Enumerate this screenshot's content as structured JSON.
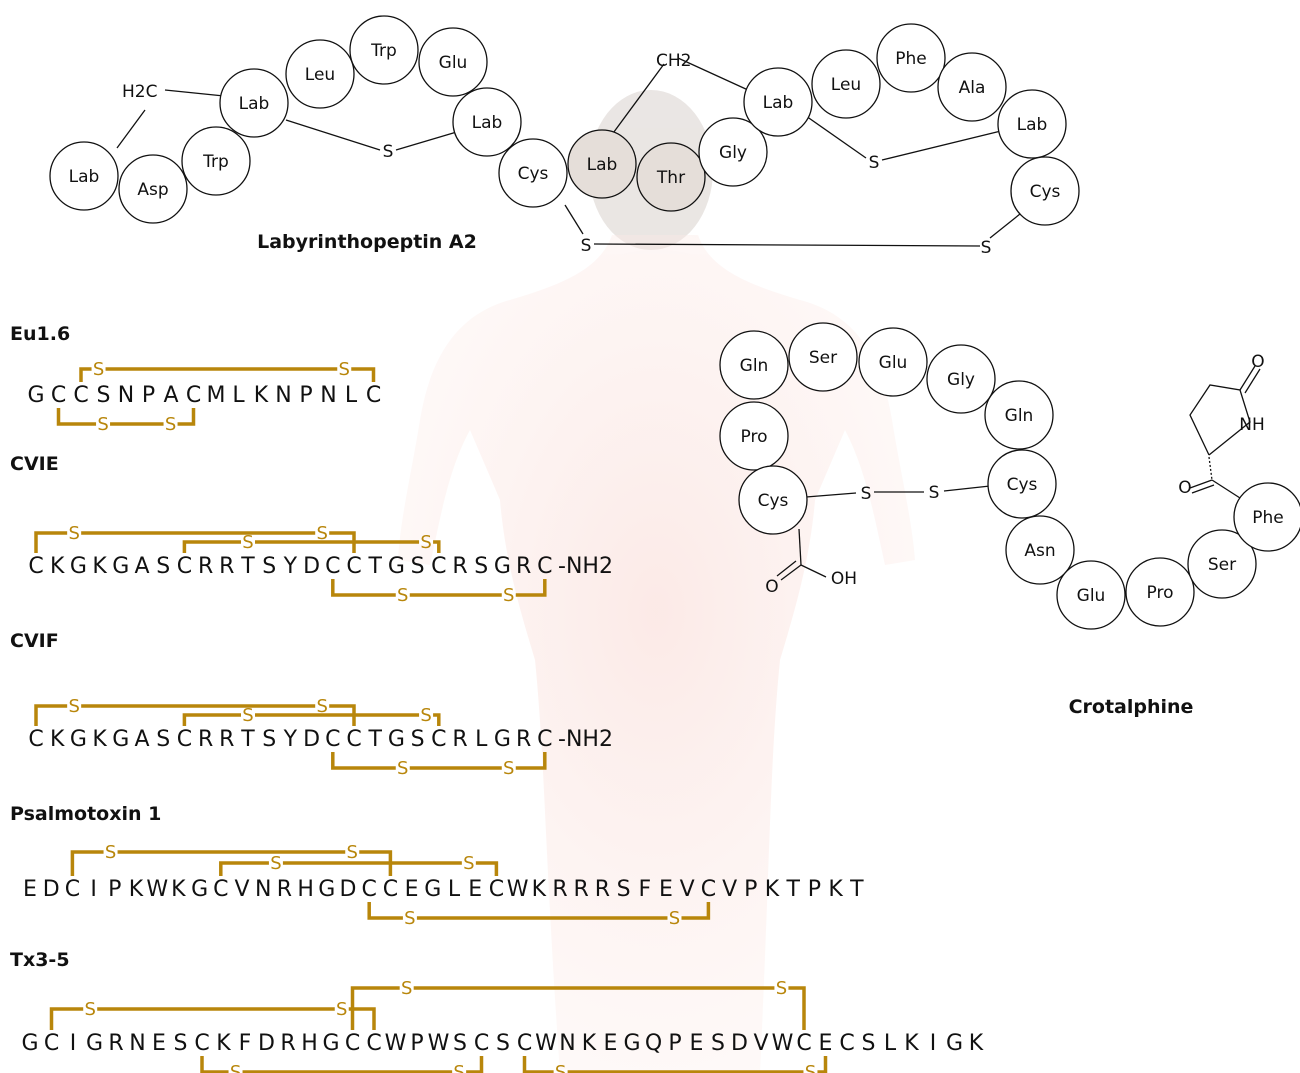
{
  "peptides": {
    "labyrinthopeptin_a2": {
      "title": "Labyrinthopeptin A2",
      "residues": [
        "Lab",
        "Asp",
        "Trp",
        "Lab",
        "Leu",
        "Trp",
        "Glu",
        "Lab",
        "Cys",
        "Lab",
        "Thr",
        "Gly",
        "Lab",
        "Leu",
        "Phe",
        "Ala",
        "Lab",
        "Cys"
      ],
      "atoms": {
        "ch2_left": "H2C",
        "ch2_right": "CH2",
        "sulfur": "S"
      }
    },
    "crotalphine": {
      "title": "Crotalphine",
      "residues": [
        "Gln",
        "Ser",
        "Glu",
        "Gly",
        "Gln",
        "Pro",
        "Cys",
        "Cys",
        "Asn",
        "Glu",
        "Pro",
        "Ser",
        "Phe"
      ],
      "atoms": {
        "sulfur": "S",
        "oh": "OH",
        "o": "O",
        "nh": "NH"
      }
    },
    "eu16": {
      "title": "Eu1.6",
      "sequence": "GCCSNPACMLKNPNLC",
      "suffix": ""
    },
    "cvie": {
      "title": "CVIE",
      "sequence": "CKGKGASCRRTSYDCCTGSCRSGRC",
      "suffix": "-NH2"
    },
    "cvif": {
      "title": "CVIF",
      "sequence": "CKGKGASCRRTSYDCCTGSCRLGRC",
      "suffix": "-NH2"
    },
    "psalmotoxin1": {
      "title": "Psalmotoxin 1",
      "sequence": "EDCIPKWKGCVNRHGDCCEGLECWKRRRSFEVCVPKTPKT",
      "suffix": ""
    },
    "tx35": {
      "title": "Tx3-5",
      "sequence": "GCIGRNESCKFDRHGCCWPWSCSCWNKEGQPESDVWCECSLKIGK",
      "suffix": ""
    }
  },
  "disulfide_label": "S",
  "colors": {
    "bridge": "#b8860b",
    "silhouette": "#f6d3cc",
    "text": "#111111"
  },
  "background_figure": "human-silhouette"
}
